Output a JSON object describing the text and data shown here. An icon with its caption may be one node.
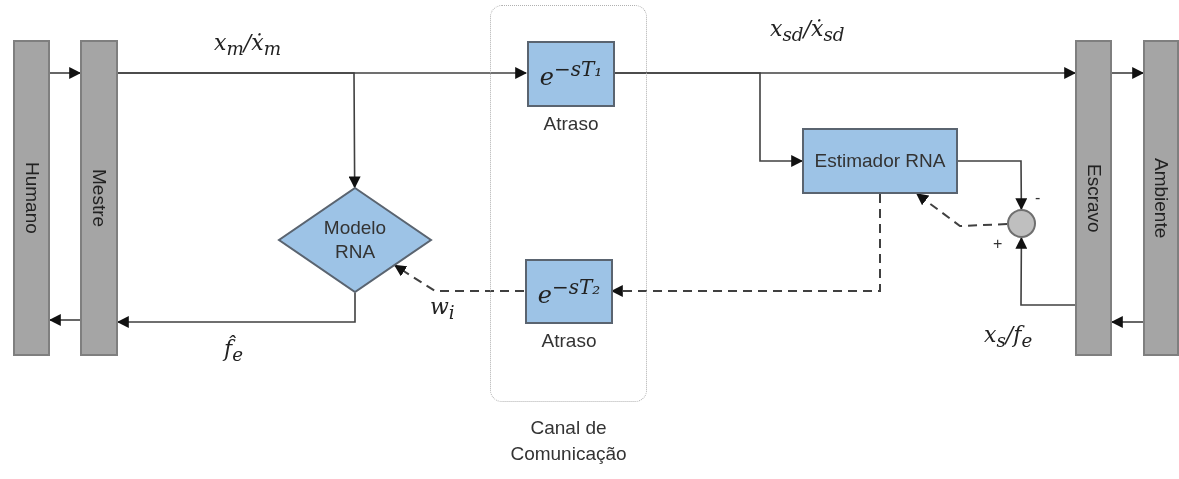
{
  "diagram": {
    "nodes": [
      {
        "text": [
          "Humano"
        ]
      },
      {
        "text": [
          "Mestre"
        ]
      },
      {
        "text": [
          "Canal de Comunicação"
        ]
      },
      {
        "text": [
          "e$^{−sT₁}$"
        ],
        "in": 2,
        "beside": [
          "Atraso"
        ]
      },
      {
        "text": [
          "e$^{−sT₂}$"
        ],
        "in": 2,
        "beside": [
          "Atraso"
        ]
      },
      {
        "text": [
          "Modelo RNA"
        ]
      },
      {
        "text": [
          "Estimador RNA"
        ]
      },
      {
        "text": [],
        "shape": "circle",
        "beside": [
          "-",
          "+"
        ]
      },
      {
        "text": [
          "Escravo"
        ]
      },
      {
        "text": [
          "Ambiente"
        ]
      }
    ],
    "edges": [
      {
        "from": 0,
        "to": 1,
        "arrow": "to"
      },
      {
        "from": 1,
        "to": 0,
        "arrow": "to"
      },
      {
        "from": 1,
        "to": 3,
        "arrow": "to",
        "label": "x$_{m}$/ẋ$_{m}$"
      },
      {
        "from": 1,
        "to": 5,
        "arrow": "to"
      },
      {
        "from": 3,
        "to": 8,
        "arrow": "to",
        "label": "x$_{sd}$/ẋ$_{sd}$"
      },
      {
        "from": 3,
        "to": 6,
        "arrow": "to"
      },
      {
        "from": 8,
        "to": 9,
        "arrow": "to"
      },
      {
        "from": 9,
        "to": 8,
        "arrow": "to"
      },
      {
        "from": 6,
        "to": 7,
        "arrow": "to"
      },
      {
        "from": 8,
        "to": 7,
        "arrow": "to",
        "label": "x$_{s}$/f$_{e}$"
      },
      {
        "from": 7,
        "to": 6,
        "arrow": "to",
        "style": "dashed"
      },
      {
        "from": 6,
        "to": 4,
        "arrow": "to",
        "style": "dashed"
      },
      {
        "from": 4,
        "to": 5,
        "arrow": "to",
        "style": "dashed",
        "label": "w$_{i}$"
      },
      {
        "from": 5,
        "to": 1,
        "arrow": "to",
        "label": "f̂$_{e}$"
      }
    ]
  }
}
